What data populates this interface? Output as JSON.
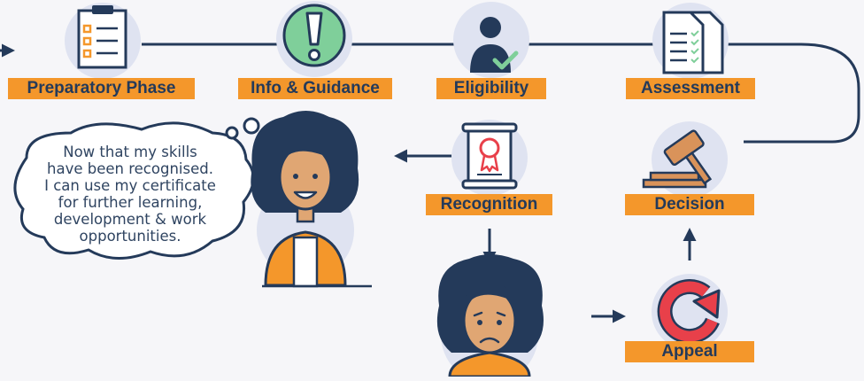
{
  "steps": [
    {
      "label": "Preparatory Phase",
      "icon": "checklist-icon"
    },
    {
      "label": "Info & Guidance",
      "icon": "exclamation-icon"
    },
    {
      "label": "Eligibility",
      "icon": "person-check-icon"
    },
    {
      "label": "Assessment",
      "icon": "documents-icon"
    },
    {
      "label": "Decision",
      "icon": "gavel-icon"
    },
    {
      "label": "Recognition",
      "icon": "certificate-icon"
    },
    {
      "label": "Appeal",
      "icon": "redo-arrow-icon"
    }
  ],
  "thought": {
    "lines": [
      "Now that my skills",
      "have been recognised.",
      "I can use my certificate",
      "for further learning,",
      "development & work",
      "opportunities."
    ]
  },
  "colors": {
    "navy": "#243a5a",
    "orange": "#f4972b",
    "green": "#7fcf9a",
    "red": "#e8404a",
    "circle": "#dfe3f1",
    "background": "#f6f6f9"
  }
}
